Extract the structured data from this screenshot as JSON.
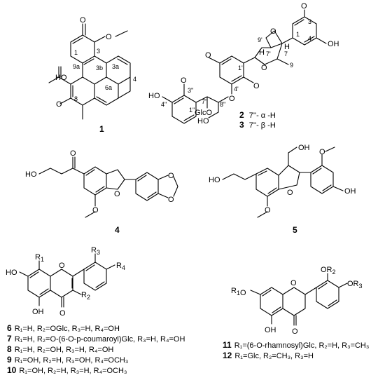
{
  "compound_1": {
    "number": "1",
    "atoms": {
      "o_top": "O",
      "c1": "1",
      "c3": "3",
      "ome": "O",
      "c9a": "9a",
      "c3b": "3b",
      "c3a": "3a",
      "ho": "HO",
      "c4": "4",
      "c6a": "6a",
      "c8": "8",
      "o_acetyl": "O"
    }
  },
  "compound_2_3": {
    "atoms": {
      "o_ar1": "O",
      "c1": "1",
      "c3": "3",
      "oh": "OH",
      "c4": "4",
      "c9p": "9'",
      "h7": "H",
      "c7": "7",
      "c7p": "7'",
      "h_lower": "H",
      "c9": "9",
      "o_r1": "O",
      "o_r2": "O",
      "ome_l": "O",
      "ome_r": "O",
      "c1p": "1'",
      "c4p": "4'",
      "o_ether": "O",
      "c3pp": "3''",
      "ome_3pp": "O",
      "ho_4pp": "HO",
      "c4pp": "4''",
      "c1pp": "1''",
      "c7pp": "7''",
      "c8pp": "8''",
      "glco": "GlcO",
      "ho_ch2": "HO"
    },
    "captions": [
      {
        "num": "2",
        "text": "7''- α -H"
      },
      {
        "num": "3",
        "text": "7''- β -H"
      }
    ]
  },
  "compound_4": {
    "number": "4",
    "atoms": {
      "ho": "HO",
      "o_keto": "O",
      "o_furan": "O",
      "o_meth": "O",
      "o_diox1": "O",
      "o_diox2": "O"
    }
  },
  "compound_5": {
    "number": "5",
    "atoms": {
      "ho": "HO",
      "oh_ch2": "OH",
      "ome": "O",
      "oh": "OH",
      "o_furan": "O",
      "o_meth": "O"
    }
  },
  "flavonol": {
    "atoms": {
      "r1": "R",
      "r1s": "1",
      "r3": "R",
      "r3s": "3",
      "r4": "R",
      "r4s": "4",
      "ho7": "HO",
      "o_ring": "O",
      "oh5": "OH",
      "o4": "O",
      "r2": "R",
      "r2s": "2"
    },
    "compounds": [
      {
        "num": "6",
        "text": "R₁=H, R₂=OGlc, R₃=H, R₄=OH"
      },
      {
        "num": "7",
        "text": "R₁=H, R₂=O-(6-O-p-coumaroyl)Glc, R₃=H, R₄=OH"
      },
      {
        "num": "8",
        "text": "R₁=H, R₂=OH, R₃=H, R₄=OH"
      },
      {
        "num": "9",
        "text": "R₁=OH, R₂=H, R₃=OH, R₄=OCH₃"
      },
      {
        "num": "10",
        "text": "R₁=OH, R₂=H, R₃=H, R₄=OCH₃"
      }
    ]
  },
  "flavanone": {
    "atoms": {
      "or2": "OR",
      "or2s": "2",
      "or3": "OR",
      "or3s": "3",
      "r1": "R",
      "r1s": "1",
      "o7": "O",
      "o_ring": "O",
      "oh5": "OH",
      "o4": "O"
    },
    "compounds": [
      {
        "num": "11",
        "text": "R₁=(6-O-rhamnosyl)Glc, R₂=H, R₃=CH₃"
      },
      {
        "num": "12",
        "text": "R₁=Glc, R₂=CH₃, R₃=H"
      }
    ]
  }
}
